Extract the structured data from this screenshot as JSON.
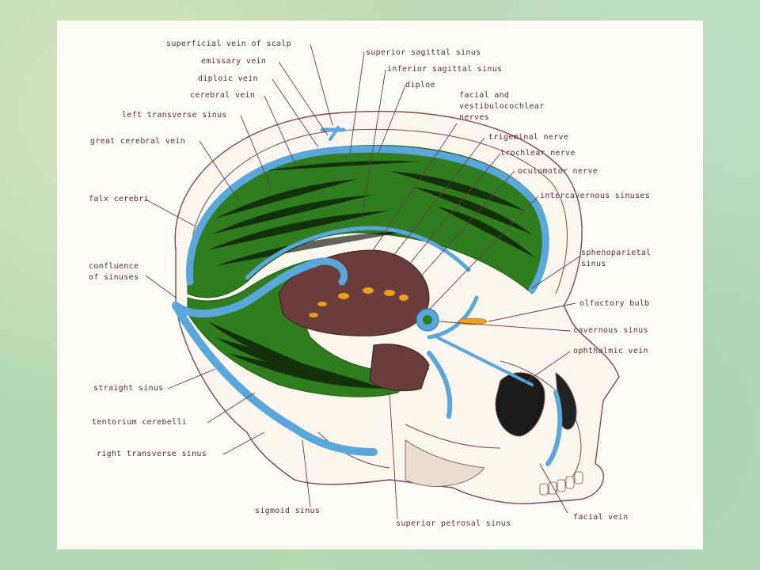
{
  "labels": {
    "superficial_vein_of_scalp": "superficial vein of scalp",
    "emissary_vein": "emissary vein",
    "diploic_vein": "diploic vein",
    "cerebral_vein": "cerebral vein",
    "left_transverse_sinus": "left transverse sinus",
    "great_cerebral_vein": "great cerebral vein",
    "falx_cerebri": "falx cerebri",
    "confluence_1": "confluence",
    "confluence_2": "of sinuses",
    "straight_sinus": "straight sinus",
    "tentorium_cerebelli": "tentorium cerebelli",
    "right_transverse_sinus": "right transverse sinus",
    "sigmoid_sinus": "sigmoid sinus",
    "superior_petrosal_sinus": "superior petrosal sinus",
    "facial_vein": "facial vein",
    "superior_sagittal_sinus": "superior sagittal sinus",
    "inferior_sagittal_sinus": "inferior sagittal sinus",
    "diploe": "diploe",
    "facial_nerves_1": "facial and",
    "facial_nerves_2": "vestibulocochlear",
    "facial_nerves_3": "nerves",
    "trigeminal_nerve": "trigeminal nerve",
    "trochlear_nerve": "trochlear nerve",
    "oculomotor_nerve": "oculomotor nerve",
    "intercavernous_sinuses": "intercavernous sinuses",
    "sphenoparietal_1": "sphenoparietal",
    "sphenoparietal_2": "sinus",
    "olfactory_bulb": "olfactory bulb",
    "cavernous_sinus": "cavernous sinus",
    "ophthalmic_vein": "ophthalmic vein"
  },
  "colors": {
    "dura_green": "#2f7d1e",
    "sinus_blue": "#5aa7dc",
    "brainstem_maroon": "#6a3c3c",
    "nerve_orange": "#f0a020",
    "bone_outline": "#7a4a50"
  }
}
